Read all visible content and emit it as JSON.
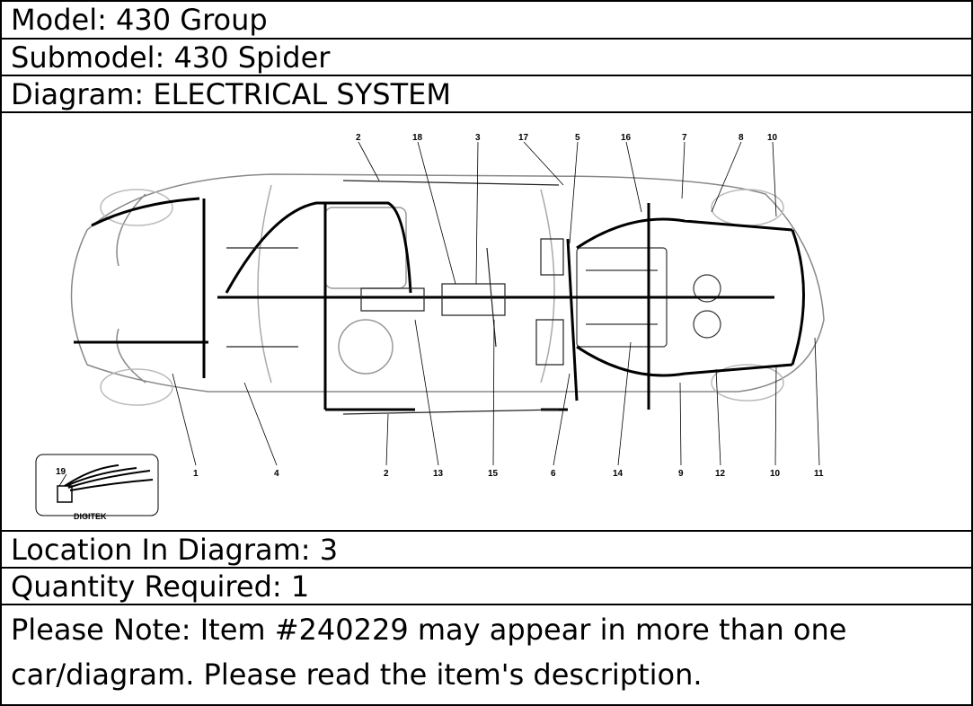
{
  "model": "Model: 430 Group",
  "submodel": "Submodel: 430 Spider",
  "diagram": "Diagram: ELECTRICAL SYSTEM",
  "location": "Location In Diagram: 3",
  "quantity": "Quantity Required: 1",
  "note": "Please Note: Item #240229 may appear in more than one car/diagram. Please read the item's description.",
  "callouts_top": [
    "2",
    "18",
    "3",
    "17",
    "5",
    "16",
    "7",
    "8",
    "10"
  ],
  "callouts_bottom": [
    "1",
    "4",
    "2",
    "13",
    "15",
    "6",
    "14",
    "9",
    "12",
    "10",
    "11"
  ],
  "inset": {
    "number": "19",
    "brand": "DIGITEK"
  }
}
